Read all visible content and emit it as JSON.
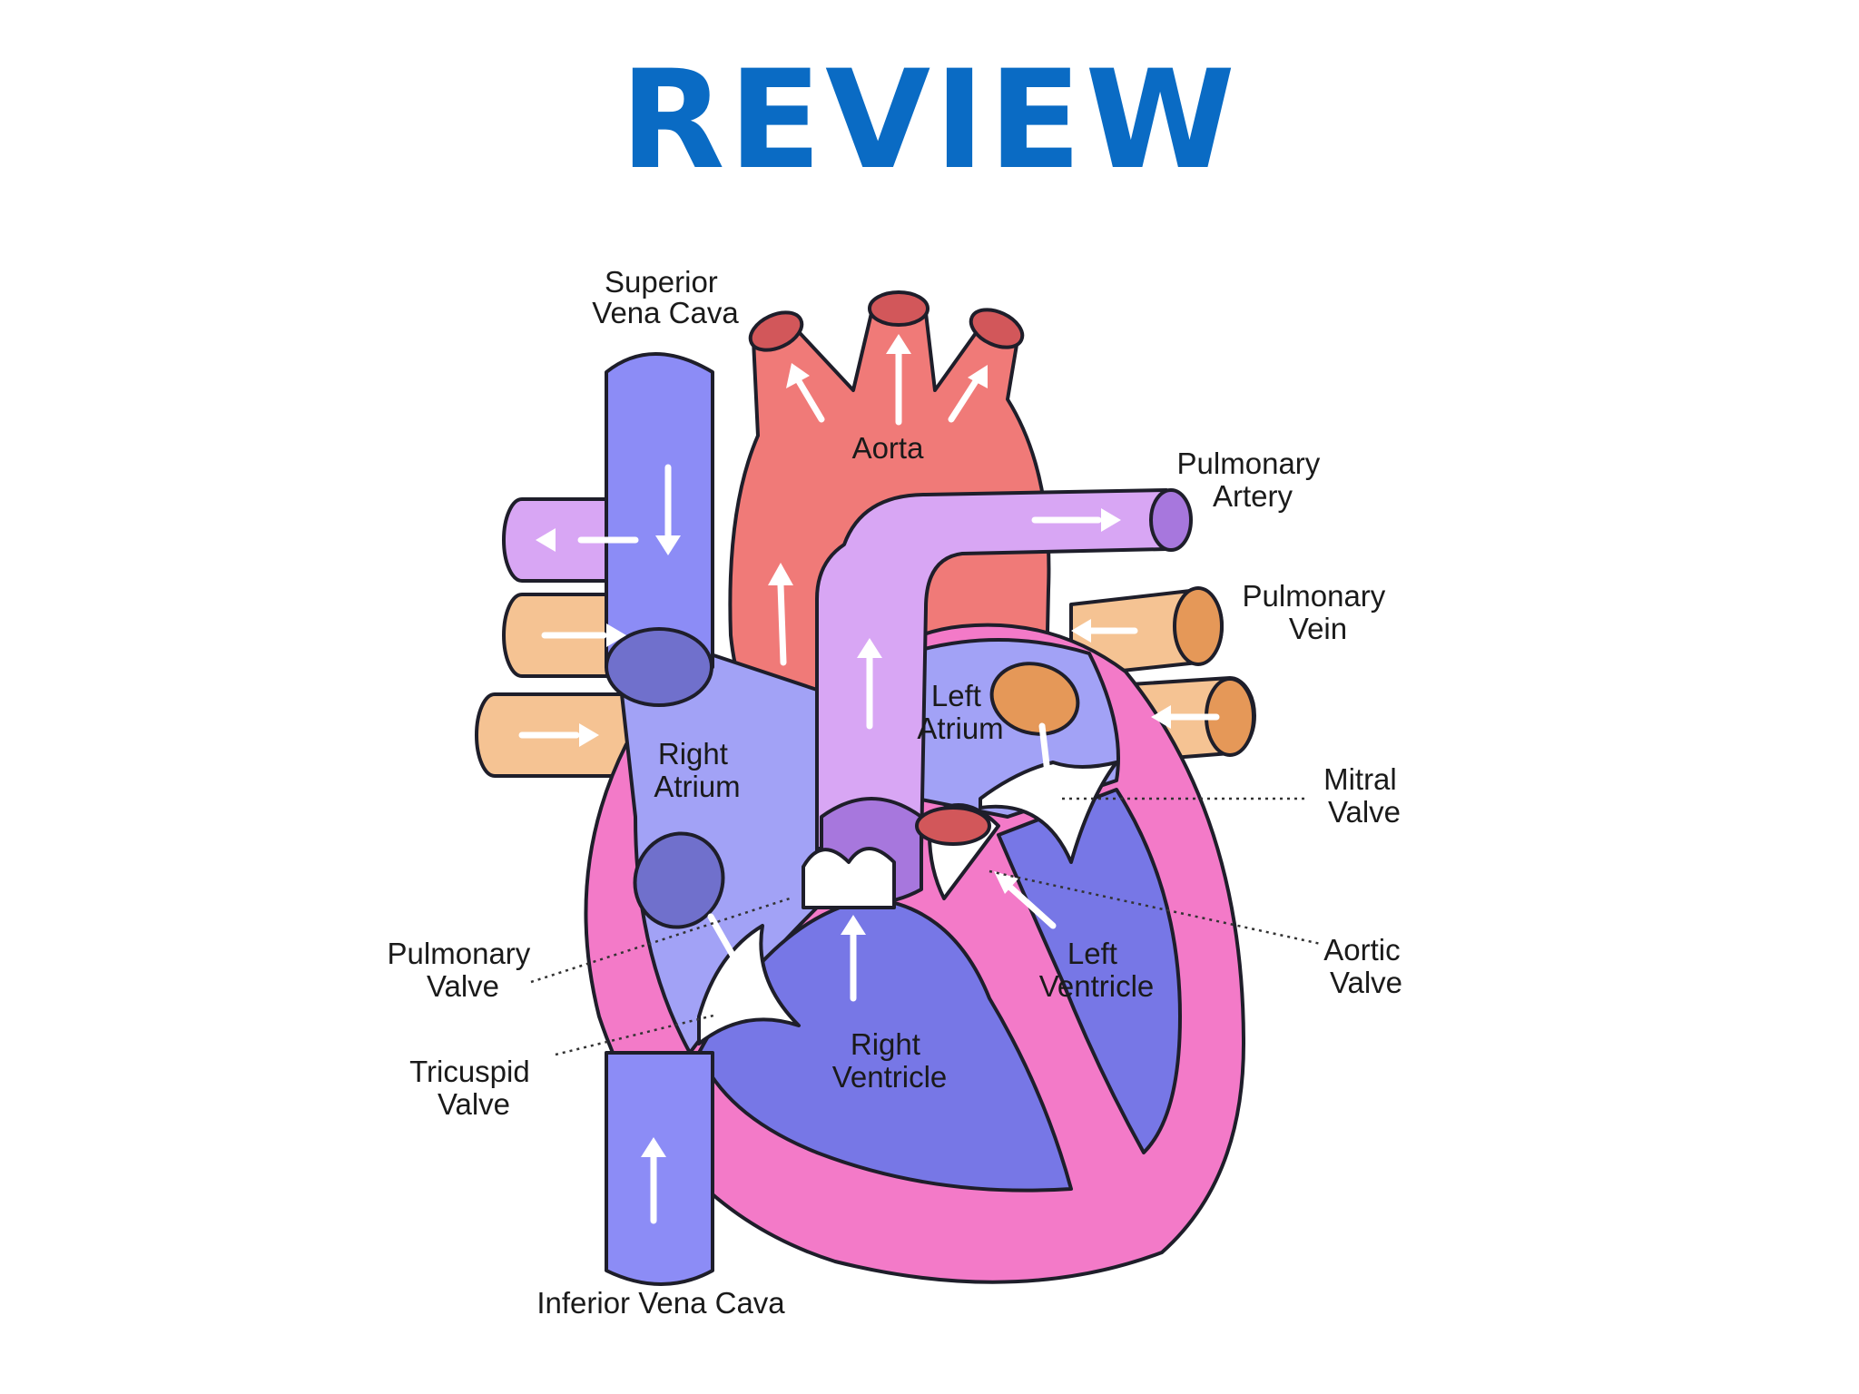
{
  "slide": {
    "title": "REVIEW"
  },
  "labels": {
    "superior_vena_cava": [
      "Superior",
      "Vena Cava"
    ],
    "aorta": [
      "Aorta"
    ],
    "pulmonary_artery": [
      "Pulmonary",
      "Artery"
    ],
    "pulmonary_vein": [
      "Pulmonary",
      "Vein"
    ],
    "left_atrium": [
      "Left",
      "Atrium"
    ],
    "right_atrium": [
      "Right",
      "Atrium"
    ],
    "mitral_valve": [
      "Mitral",
      "Valve"
    ],
    "aortic_valve": [
      "Aortic",
      "Valve"
    ],
    "pulmonary_valve": [
      "Pulmonary",
      "Valve"
    ],
    "left_ventricle": [
      "Left",
      "Ventricle"
    ],
    "tricuspid_valve": [
      "Tricuspid",
      "Valve"
    ],
    "right_ventricle": [
      "Right",
      "Ventricle"
    ],
    "inferior_vena_cava": [
      "Inferior Vena Cava"
    ]
  },
  "colors": {
    "title": "#0a6bc4",
    "vena_cava": "#8c8cf6",
    "aorta": "#f07a78",
    "pulmonary_artery": "#d8a6f4",
    "pulmonary_vein": "#f5c393",
    "heart_wall": "#f37ac8",
    "chamber": "#a2a2f6",
    "ventricle": "#7777e6",
    "valve": "#ffffff"
  }
}
